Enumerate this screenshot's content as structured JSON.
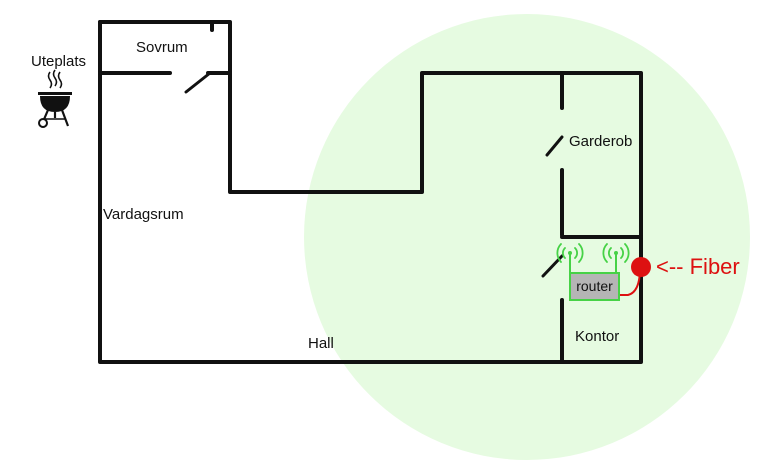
{
  "rooms": {
    "outdoor": "Uteplats",
    "bedroom": "Sovrum",
    "living_room": "Vardagsrum",
    "hall": "Hall",
    "wardrobe": "Garderob",
    "office": "Kontor"
  },
  "router": {
    "label": "router"
  },
  "fiber": {
    "label": "<-- Fiber"
  },
  "colors": {
    "coverage": "#e6fbe1",
    "router_fill": "#b5b5b5",
    "router_border": "#46d246",
    "wifi": "#46d246",
    "fiber": "#dd1111",
    "wall": "#111111"
  },
  "icons": {
    "grill": "grill-icon",
    "wifi": "wifi-antenna-icon",
    "fiber": "fiber-connection-icon"
  }
}
